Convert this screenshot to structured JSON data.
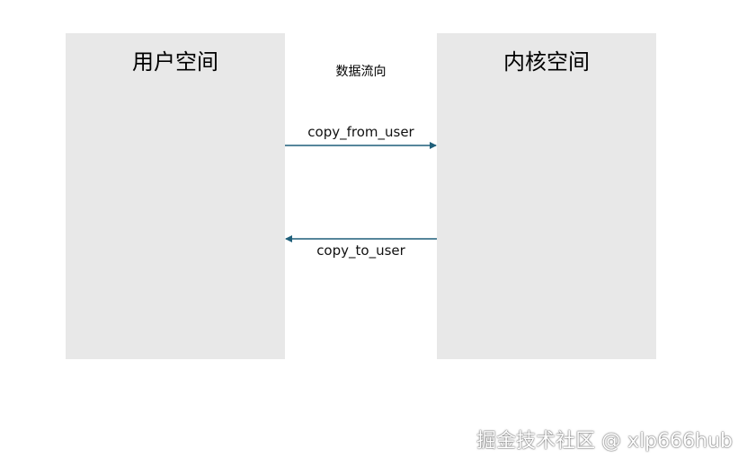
{
  "diagram": {
    "left_box": {
      "title": "用户空间"
    },
    "right_box": {
      "title": "内核空间"
    },
    "flow_title": "数据流向",
    "arrows": [
      {
        "label": "copy_from_user",
        "direction": "left-to-right"
      },
      {
        "label": "copy_to_user",
        "direction": "right-to-left"
      }
    ]
  },
  "colors": {
    "panel": "#e8e8e8",
    "arrow": "#1f5f7a"
  },
  "watermark": "掘金技术社区 @ xlp666hub"
}
